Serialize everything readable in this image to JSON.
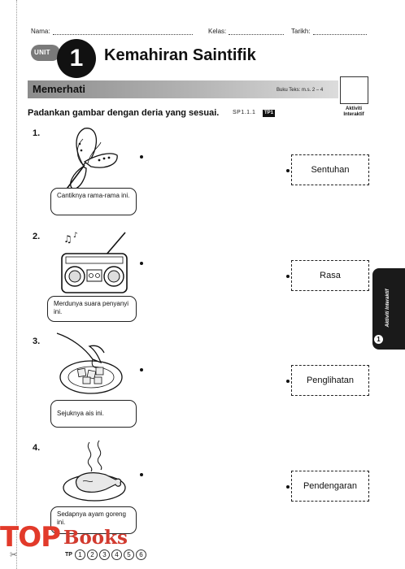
{
  "header": {
    "nama_label": "Nama:",
    "kelas_label": "Kelas:",
    "tarikh_label": "Tarikh:"
  },
  "unit": {
    "badge": "UNIT",
    "number": "1",
    "title": "Kemahiran Saintifik"
  },
  "section": {
    "title": "Memerhati",
    "reference": "Buku Teks: m.s. 2 – 4",
    "activity_label": "Aktiviti Interaktif"
  },
  "instruction": {
    "text": "Padankan gambar dengan deria yang sesuai.",
    "sp": "SP1.1.1",
    "tp": "TP1"
  },
  "questions": [
    {
      "number": "1.",
      "caption": "Cantiknya rama-rama ini.",
      "icon": "butterfly-icon"
    },
    {
      "number": "2.",
      "caption": "Merdunya suara penyanyi ini.",
      "icon": "radio-icon"
    },
    {
      "number": "3.",
      "caption": "Sejuknya ais ini.",
      "icon": "ice-plate-icon"
    },
    {
      "number": "4.",
      "caption": "Sedapnya ayam goreng ini.",
      "icon": "fried-chicken-icon"
    }
  ],
  "choices": [
    "Sentuhan",
    "Rasa",
    "Penglihatan",
    "Pendengaran"
  ],
  "side_tab": {
    "text": "Aktiviti Interaktif",
    "icon_number": "1"
  },
  "tp_scale": {
    "label": "TP",
    "levels": [
      "1",
      "2",
      "3",
      "4",
      "5",
      "6"
    ]
  },
  "watermark": {
    "part1": "TOP",
    "part2": "Books"
  }
}
